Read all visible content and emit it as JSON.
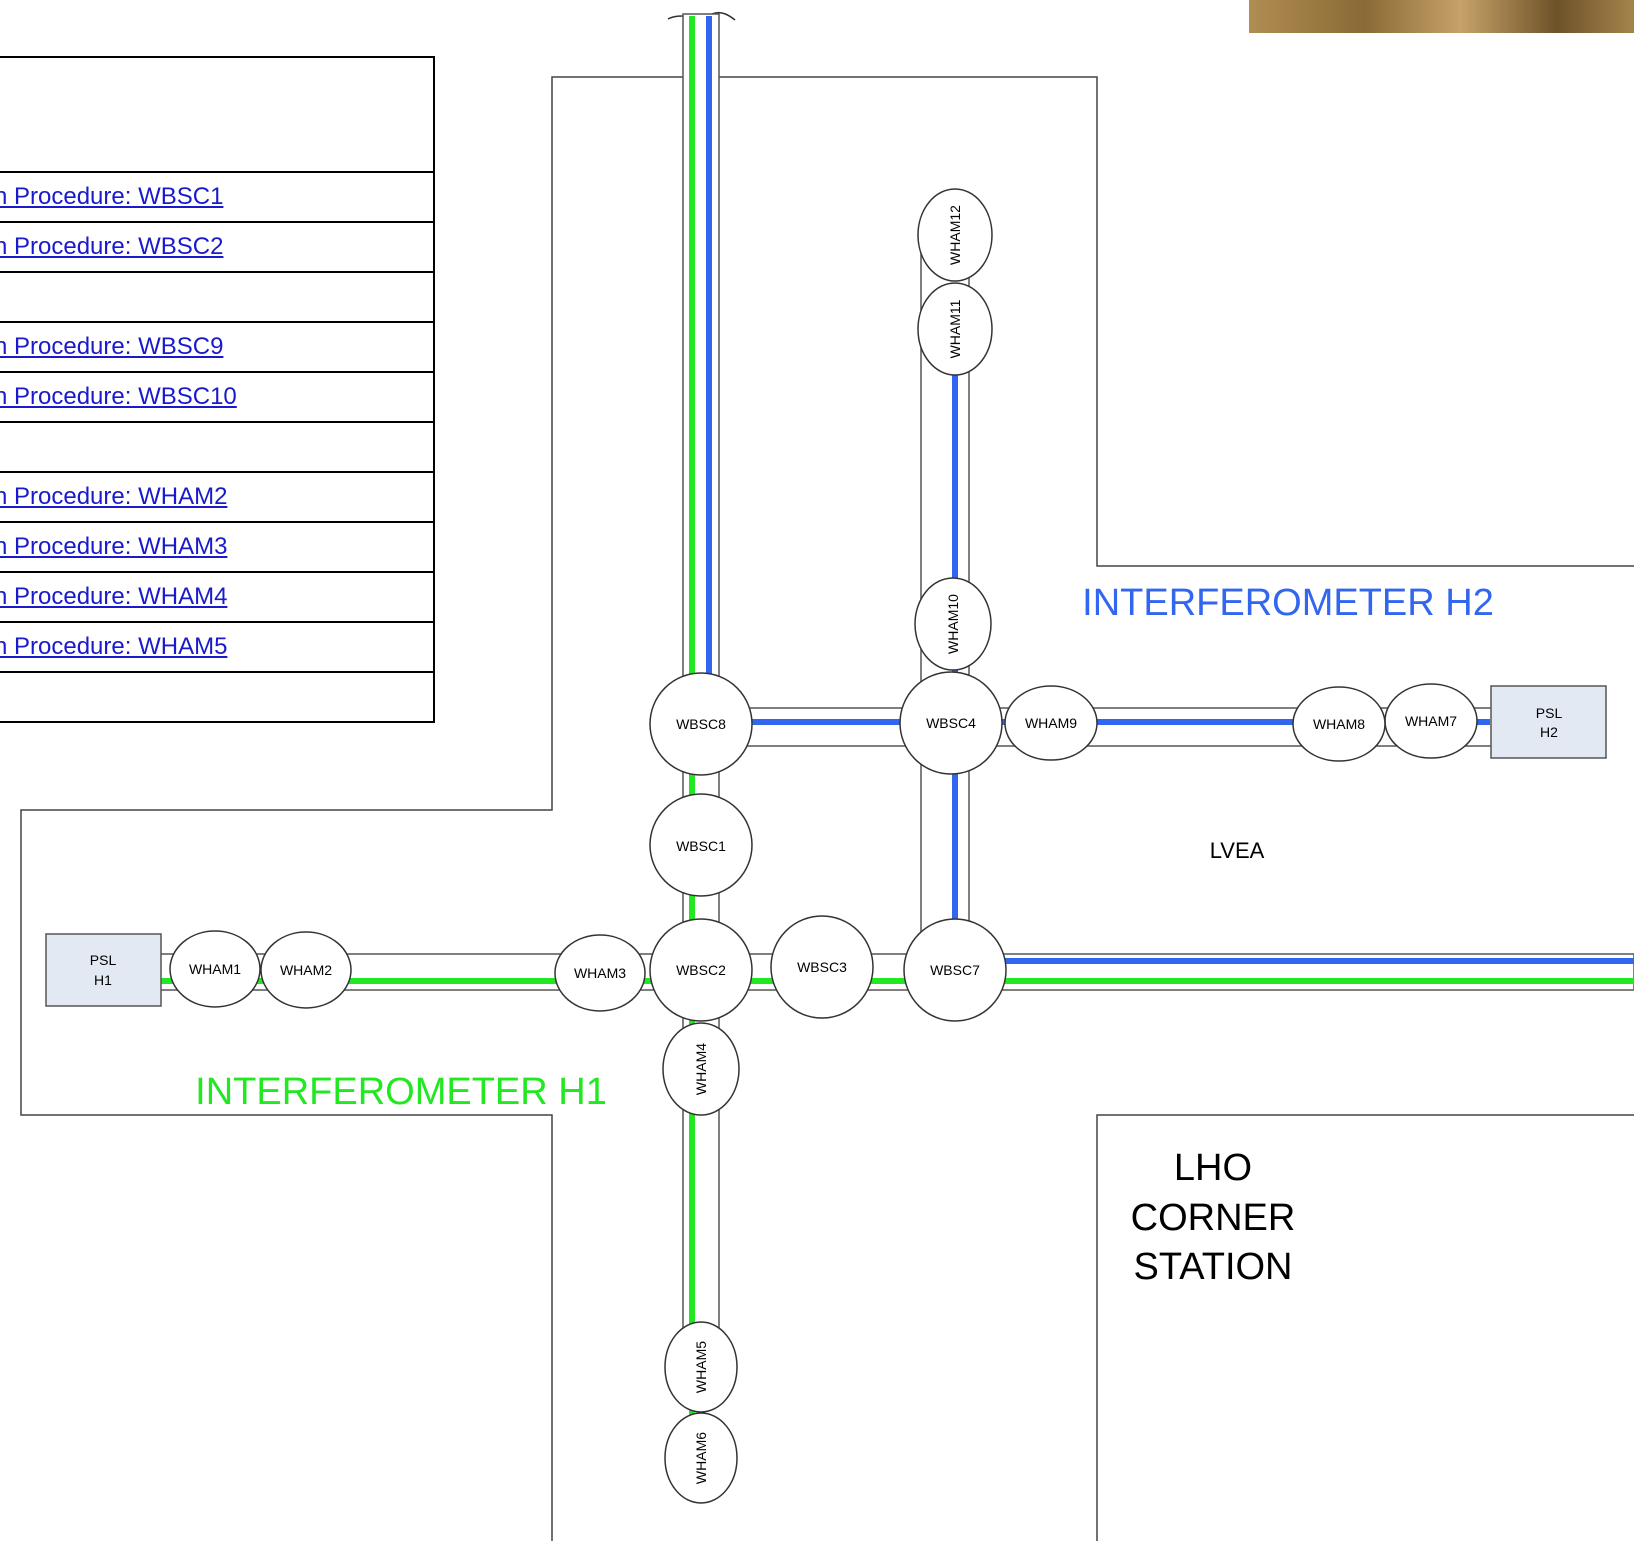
{
  "table": {
    "rows": [
      {
        "label": ""
      },
      {
        "label": "n Procedure: WBSC1",
        "link": true
      },
      {
        "label": "n Procedure: WBSC2",
        "link": true
      },
      {
        "label": ""
      },
      {
        "label": "n Procedure: WBSC9",
        "link": true
      },
      {
        "label": "n Procedure: WBSC10",
        "link": true
      },
      {
        "label": ""
      },
      {
        "label": "n Procedure: WHAM2",
        "link": true
      },
      {
        "label": "n Procedure: WHAM3",
        "link": true
      },
      {
        "label": "n Procedure: WHAM4",
        "link": true
      },
      {
        "label": "n Procedure: WHAM5",
        "link": true
      },
      {
        "label": ""
      }
    ]
  },
  "diagram": {
    "h1_label": "INTERFEROMETER H1",
    "h2_label": "INTERFEROMETER H2",
    "lvea_label": "LVEA",
    "station_label": [
      "LHO",
      "CORNER",
      "STATION"
    ],
    "psl_h1": [
      "PSL",
      "H1"
    ],
    "psl_h2": [
      "PSL",
      "H2"
    ],
    "chambers": {
      "wbsc1": "WBSC1",
      "wbsc2": "WBSC2",
      "wbsc3": "WBSC3",
      "wbsc4": "WBSC4",
      "wbsc7": "WBSC7",
      "wbsc8": "WBSC8",
      "wham1": "WHAM1",
      "wham2": "WHAM2",
      "wham3": "WHAM3",
      "wham4": "WHAM4",
      "wham5": "WHAM5",
      "wham6": "WHAM6",
      "wham7": "WHAM7",
      "wham8": "WHAM8",
      "wham9": "WHAM9",
      "wham10": "WHAM10",
      "wham11": "WHAM11",
      "wham12": "WHAM12"
    },
    "colors": {
      "h1_beam": "#22e822",
      "h2_beam": "#3366ee",
      "h1_text": "#22e822",
      "h2_text": "#3366ee",
      "psl_fill": "#e3e9f3"
    }
  }
}
